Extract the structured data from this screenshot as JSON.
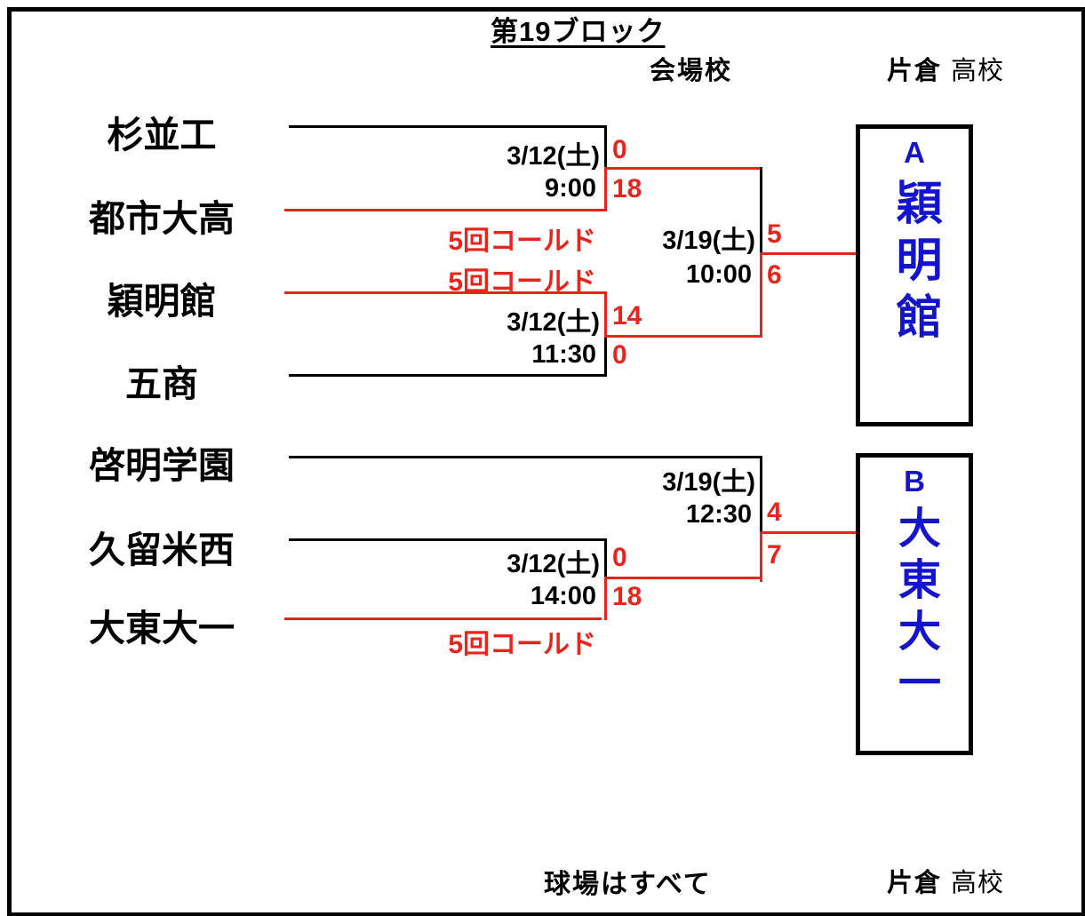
{
  "title": "第19ブロック",
  "header": {
    "venue_label": "会場校",
    "venue_school": "片倉",
    "venue_school_suffix": "高校"
  },
  "teams": [
    {
      "name": "杉並工"
    },
    {
      "name": "都市大高"
    },
    {
      "name": "穎明館"
    },
    {
      "name": "五商"
    },
    {
      "name": "啓明学園"
    },
    {
      "name": "久留米西"
    },
    {
      "name": "大東大一"
    }
  ],
  "matches": [
    {
      "date": "3/12(土)",
      "time": "9:00",
      "score_top": "0",
      "score_bottom": "18",
      "note": "5回コールド",
      "top": "杉並工",
      "bottom": "都市大高",
      "winner": "都市大高"
    },
    {
      "date": "3/12(土)",
      "time": "11:30",
      "score_top": "14",
      "score_bottom": "0",
      "note": "5回コールド",
      "top": "穎明館",
      "bottom": "五商",
      "winner": "穎明館"
    },
    {
      "date": "3/19(土)",
      "time": "10:00",
      "score_top": "5",
      "score_bottom": "6",
      "top": "都市大高",
      "bottom": "穎明館",
      "winner": "穎明館"
    },
    {
      "date": "3/12(土)",
      "time": "14:00",
      "score_top": "0",
      "score_bottom": "18",
      "note": "5回コールド",
      "top": "久留米西",
      "bottom": "大東大一",
      "winner": "大東大一"
    },
    {
      "date": "3/19(土)",
      "time": "12:30",
      "score_top": "4",
      "score_bottom": "7",
      "top": "啓明学園",
      "bottom": "大東大一",
      "winner": "大東大一"
    }
  ],
  "brackets": [
    {
      "label": "A",
      "winner": "穎明館"
    },
    {
      "label": "B",
      "winner": "大東大一"
    }
  ],
  "footer": {
    "note": "球場はすべて",
    "venue_school": "片倉",
    "venue_school_suffix": "高校"
  },
  "colors": {
    "line": "#000000",
    "win_line": "#e8251d",
    "score": "#e8251d",
    "winner_text": "#1414cd"
  }
}
